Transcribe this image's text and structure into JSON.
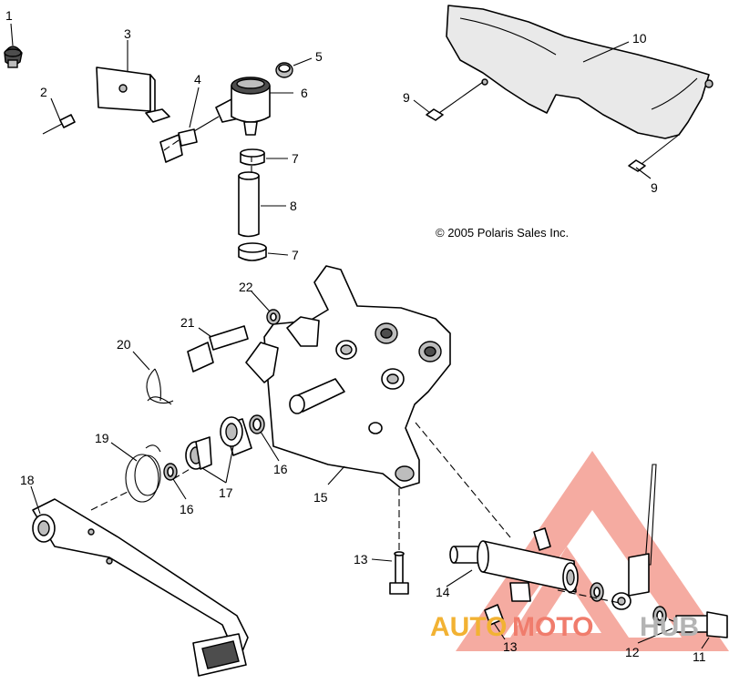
{
  "copyright": "© 2005 Polaris Sales Inc.",
  "watermark": {
    "parts": [
      "AUTO",
      "MOTO",
      "HUB"
    ],
    "colors": [
      "#f2b233",
      "#f07c6c",
      "#b4b4b4"
    ],
    "logo_color": "#f07c6c"
  },
  "callouts": [
    {
      "id": "c1",
      "label": "1"
    },
    {
      "id": "c2",
      "label": "2"
    },
    {
      "id": "c3",
      "label": "3"
    },
    {
      "id": "c4",
      "label": "4"
    },
    {
      "id": "c5",
      "label": "5"
    },
    {
      "id": "c6",
      "label": "6"
    },
    {
      "id": "c7a",
      "label": "7"
    },
    {
      "id": "c7b",
      "label": "7"
    },
    {
      "id": "c8",
      "label": "8"
    },
    {
      "id": "c9a",
      "label": "9"
    },
    {
      "id": "c9b",
      "label": "9"
    },
    {
      "id": "c10",
      "label": "10"
    },
    {
      "id": "c11",
      "label": "11"
    },
    {
      "id": "c12",
      "label": "12"
    },
    {
      "id": "c13a",
      "label": "13"
    },
    {
      "id": "c13b",
      "label": "13"
    },
    {
      "id": "c14",
      "label": "14"
    },
    {
      "id": "c15",
      "label": "15"
    },
    {
      "id": "c16a",
      "label": "16"
    },
    {
      "id": "c16b",
      "label": "16"
    },
    {
      "id": "c17",
      "label": "17"
    },
    {
      "id": "c18",
      "label": "18"
    },
    {
      "id": "c19",
      "label": "19"
    },
    {
      "id": "c20",
      "label": "20"
    },
    {
      "id": "c21",
      "label": "21"
    },
    {
      "id": "c22",
      "label": "22"
    }
  ]
}
